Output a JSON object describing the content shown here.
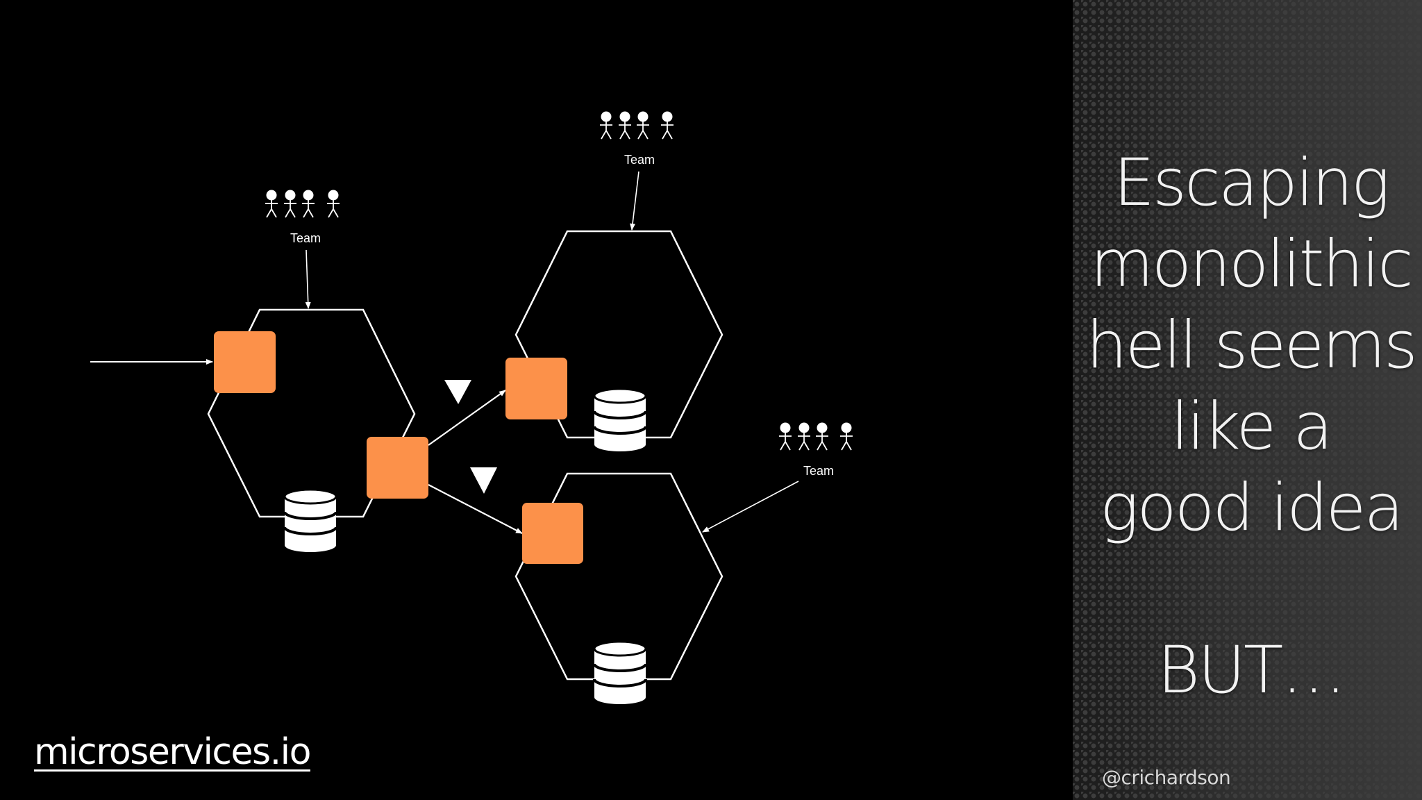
{
  "slide": {
    "site_link": "microservices.io",
    "headline": "Escaping\nmonolithic\nhell seems\nlike a\ngood idea\n\nBUT…",
    "handle": "@crichardson"
  },
  "diagram": {
    "teams": [
      {
        "label": "Team"
      },
      {
        "label": "Team"
      },
      {
        "label": "Team"
      }
    ],
    "colors": {
      "service_box": "#fc914a",
      "outline": "#ffffff",
      "background": "#000000"
    },
    "icons": [
      "person-icon",
      "database-icon",
      "warning-triangle-icon"
    ]
  }
}
